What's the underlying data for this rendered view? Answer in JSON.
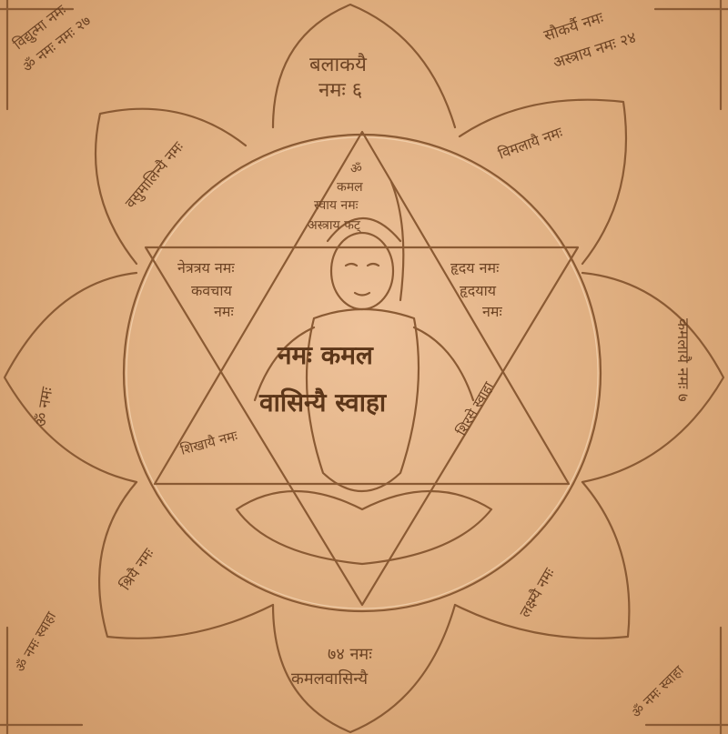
{
  "inscriptions": {
    "top_petal_1": "बलाकयै",
    "top_petal_2": "नमः ६",
    "top_left_corner_1": "विद्युत्मा नमः",
    "top_left_corner_2": "ॐ नमः नमः २७",
    "top_right_corner_1": "सौकर्यै नमः",
    "top_right_corner_2": "अस्त्राय नमः २४",
    "upper_left_petal": "वसुमालिन्यै नमः",
    "upper_right_petal": "विमलायै नमः",
    "left_petal": "ॐ नमः",
    "right_petal": "कमलायै नमः ७",
    "triangle_top_1": "ॐ",
    "triangle_top_2": "कमल",
    "triangle_top_3": "स्वाय नमः",
    "triangle_top_4": "अस्त्राय फट्",
    "triangle_left_1": "नेत्रत्रय नमः",
    "triangle_left_2": "कवचाय",
    "triangle_left_3": "नमः",
    "triangle_right_1": "हृदय नमः",
    "triangle_right_2": "हृदयाय",
    "triangle_right_3": "नमः",
    "center_1": "नमः कमल",
    "center_2": "वासिन्यै स्वाहा",
    "lower_left_triangle": "शिखायै नमः",
    "lower_right_triangle": "शिरसे स्वाहा",
    "lower_left_petal": "श्रियै नमः",
    "lower_right_petal": "लक्ष्म्यै नमः",
    "bottom_petal_1": "७४ नमः",
    "bottom_petal_2": "कमलवासिन्यै",
    "bottom_left_corner": "ॐ नमः स्वाहा",
    "bottom_right_corner": "ॐ नमः स्वाहा"
  },
  "colors": {
    "copper": "#dcab7c",
    "engraving": "#8a5a33",
    "highlight": "#f6d9b8"
  }
}
